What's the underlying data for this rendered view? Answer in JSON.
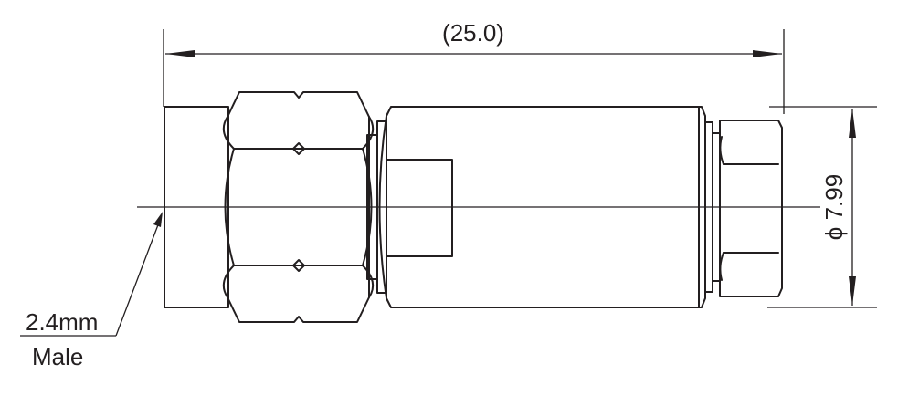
{
  "dimensions": {
    "overall_length": "(25.0)",
    "diameter": "ϕ 7.99"
  },
  "callout": {
    "line1": "2.4mm",
    "line2": "Male"
  },
  "colors": {
    "ink": "#231f20",
    "background": "#ffffff"
  }
}
